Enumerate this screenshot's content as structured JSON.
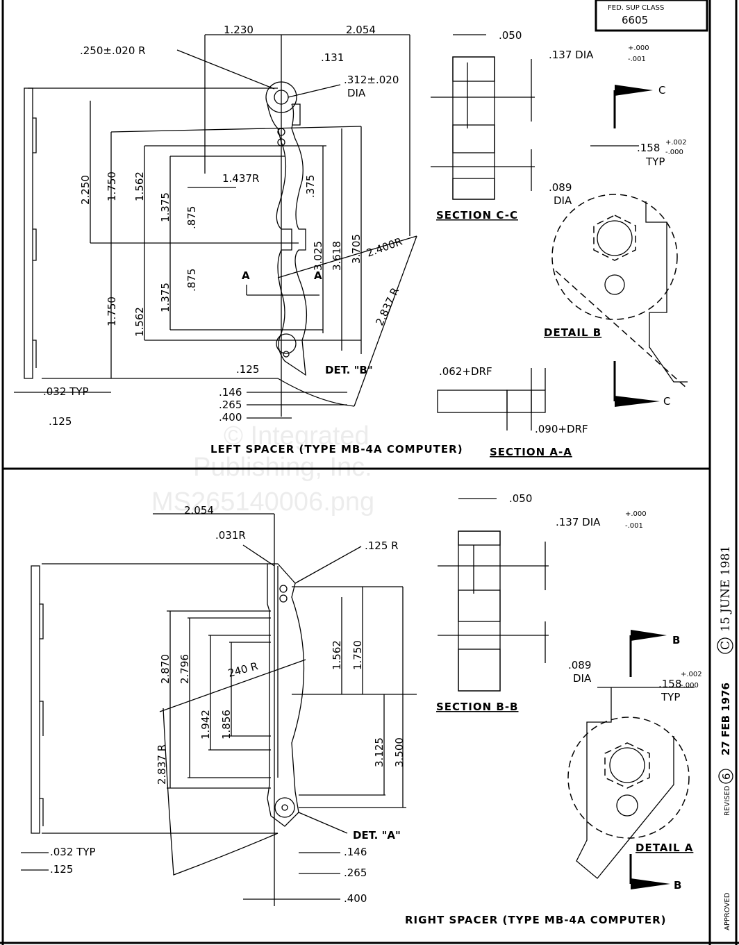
{
  "title_block": {
    "label": "FED. SUP CLASS",
    "value": "6605"
  },
  "margin": {
    "copyright_symbol": "C",
    "copyright_date": "15 JUNE 1981",
    "date": "27 FEB 1976",
    "revised_label": "REVISED",
    "revision": "6",
    "approved_label": "APPROVED"
  },
  "watermark": [
    "© Integrated",
    "Publishing, Inc.",
    "MS265140006.png"
  ],
  "left_spacer": {
    "title": "LEFT SPACER (TYPE MB-4A COMPUTER)",
    "dims": {
      "d1230": "1.230",
      "d2054": "2.054",
      "r250": ".250±.020 R",
      "d131": ".131",
      "d312": ".312±.020",
      "dia": "DIA",
      "d2250": "2.250",
      "d1750a": "1.750",
      "d1562a": "1.562",
      "d1375a": "1.375",
      "d875a": ".875",
      "r1437": "1.437R",
      "d375": ".375",
      "d3025": "3.025",
      "d3618": "3.618",
      "d3705": "3.705",
      "r2400": "2.400R",
      "d1750b": "1.750",
      "d1562b": "1.562",
      "d1375b": "1.375",
      "d875b": ".875",
      "r2837": "2.837 R",
      "secA1": "A",
      "secA2": "A",
      "d125": ".125",
      "det": "DET. \"B\"",
      "d032": ".032 TYP",
      "d146": ".146",
      "d265": ".265",
      "d400": ".400",
      "d125b": ".125"
    },
    "section": {
      "title": "SECTION C-C",
      "d050": ".050",
      "d137": ".137 DIA",
      "tol_plus": "+.000",
      "tol_minus": "-.001",
      "d089": ".089",
      "dia": "DIA"
    },
    "detail": {
      "title": "DETAIL B",
      "d158": ".158",
      "tol_plus": "+.002",
      "tol_minus": "-.000",
      "typ": "TYP",
      "cut1": "C",
      "cut2": "C"
    },
    "section_aa": {
      "title": "SECTION A-A",
      "d062": ".062+DRF",
      "d090": ".090+DRF"
    }
  },
  "right_spacer": {
    "title": "RIGHT SPACER (TYPE MB-4A COMPUTER)",
    "dims": {
      "d2054": "2.054",
      "r031": ".031R",
      "r125": ".125 R",
      "d2870": "2.870",
      "d2796": "2.796",
      "r240": "240 R",
      "d1942": "1.942",
      "d1856": "1.856",
      "d1562": "1.562",
      "d1750": "1.750",
      "d3125": "3.125",
      "d3500": "3.500",
      "r2837": "2.837 R",
      "det": "DET. \"A\"",
      "d032": ".032 TYP",
      "d125": ".125",
      "d146": ".146",
      "d265": ".265",
      "d400": ".400"
    },
    "section": {
      "title": "SECTION B-B",
      "d050": ".050",
      "d137": ".137 DIA",
      "tol_plus": "+.000",
      "tol_minus": "-.001",
      "d089": ".089",
      "dia": "DIA"
    },
    "detail": {
      "title": "DETAIL A",
      "d158": ".158",
      "tol_plus": "+.002",
      "tol_minus": "-.000",
      "typ": "TYP",
      "cut1": "B",
      "cut2": "B"
    }
  }
}
